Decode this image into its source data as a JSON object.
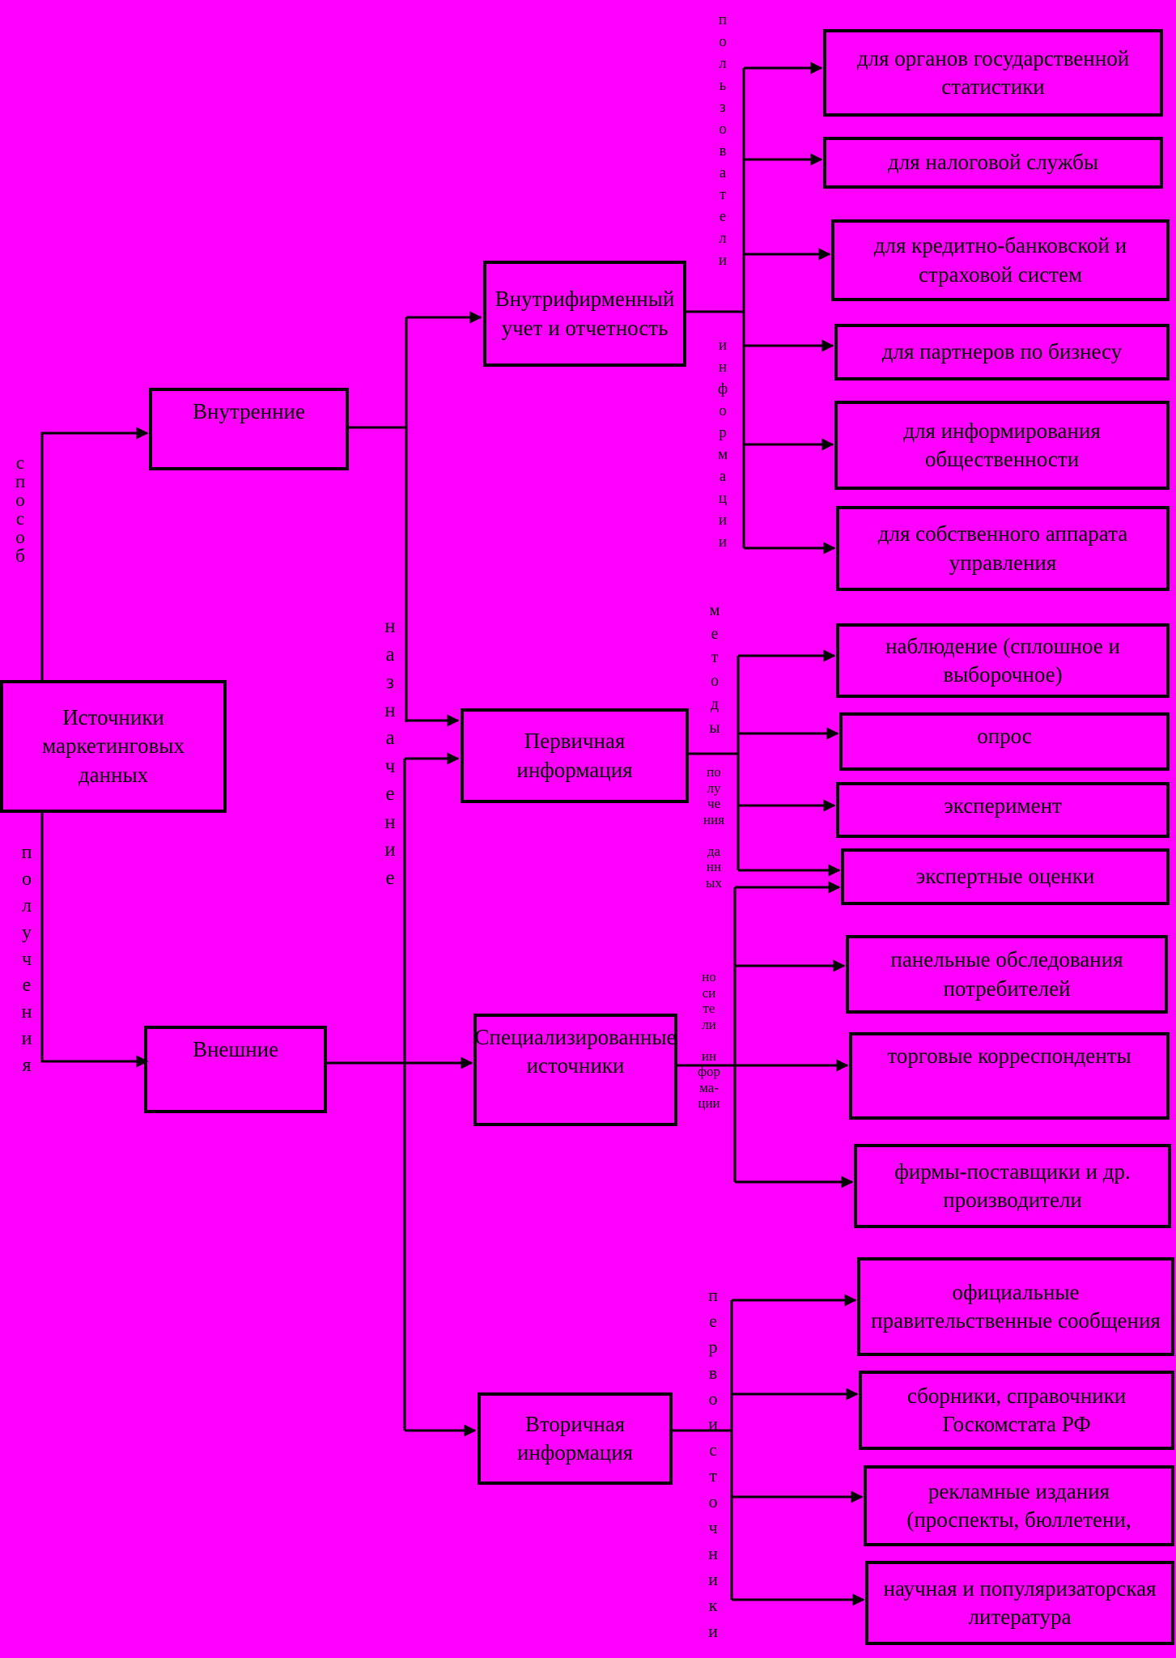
{
  "nodes": {
    "root": "Источники маркетинговых данных",
    "internal": "Внутренние",
    "external": "Внешние",
    "accounting": "Внутрифирменный учет и отчетность",
    "primary": "Первичная информация",
    "specialized": "Специализированные источники",
    "secondary": "Вторичная информация"
  },
  "accounting_users": [
    "для органов государственной статистики",
    "для налоговой службы",
    "для кредитно-банковской и страховой систем",
    "для партнеров по бизнесу",
    "для информирования общественности",
    "для собственного аппарата управления"
  ],
  "primary_methods": [
    "наблюдение (сплошное и выборочное)",
    "опрос",
    "эксперимент",
    "экспертные оценки"
  ],
  "specialized_sources": [
    "панельные обследования потребителей",
    "торговые корреспонденты",
    "фирмы-поставщики и др. производители"
  ],
  "secondary_sources": [
    "официальные правительственные сообщения",
    "сборники, справочники Госкомстата РФ",
    "рекламные издания (проспекты, бюллетени,",
    "научная и популяризаторская литература"
  ],
  "labels": {
    "sposob": [
      "с",
      "п",
      "о",
      "с",
      "о",
      "б"
    ],
    "polucheniya": [
      "п",
      "о",
      "л",
      "у",
      "ч",
      "е",
      "н",
      "и",
      "я"
    ],
    "naznachenie": [
      "н",
      "а",
      "з",
      "н",
      "а",
      "ч",
      "е",
      "н",
      "и",
      "е"
    ],
    "polzovateli": [
      "п",
      "о",
      "л",
      "ь",
      "з",
      "о",
      "в",
      "а",
      "т",
      "е",
      "л",
      "и"
    ],
    "informacii": [
      "и",
      "н",
      "ф",
      "о",
      "р",
      "м",
      "а",
      "ц",
      "и",
      "и"
    ],
    "metody": [
      "м",
      "е",
      "т",
      "о",
      "д",
      "ы"
    ],
    "polucheniya_dannyh": [
      "по",
      "лу",
      "че",
      "ния",
      "",
      "да",
      "нн",
      "ых"
    ],
    "nositeli_informacii": [
      "но",
      "си",
      "те",
      "ли",
      "",
      "ин",
      "фор",
      "ма-",
      "ции"
    ],
    "pervoistochniki": [
      "п",
      "е",
      "р",
      "в",
      "о",
      "и",
      "с",
      "т",
      "о",
      "ч",
      "н",
      "и",
      "к",
      "и"
    ]
  }
}
